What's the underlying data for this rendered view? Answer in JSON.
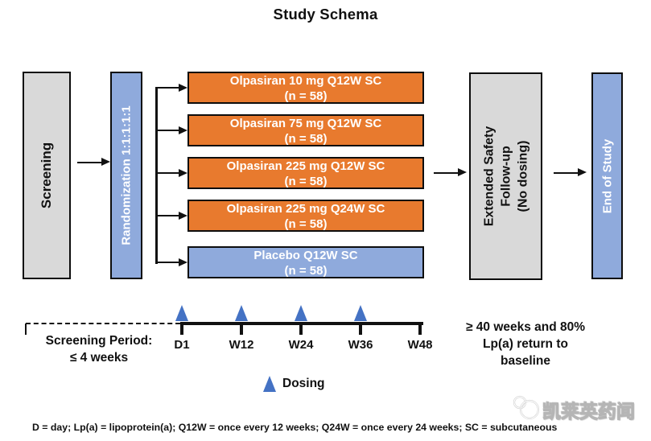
{
  "title": "Study Schema",
  "flow": {
    "screening": "Screening",
    "randomization": "Randomization 1:1:1:1:1",
    "extended_safety": [
      "Extended Safety",
      "Follow-up",
      "(No dosing)"
    ],
    "end_of_study": "End of Study"
  },
  "arms": [
    {
      "name": "Olpasiran 10 mg Q12W SC",
      "n": "(n = 58)",
      "type": "treatment"
    },
    {
      "name": "Olpasiran 75 mg Q12W SC",
      "n": "(n = 58)",
      "type": "treatment"
    },
    {
      "name": "Olpasiran 225 mg Q12W SC",
      "n": "(n = 58)",
      "type": "treatment"
    },
    {
      "name": "Olpasiran 225 mg Q24W SC",
      "n": "(n = 58)",
      "type": "treatment"
    },
    {
      "name": "Placebo Q12W SC",
      "n": "(n = 58)",
      "type": "placebo"
    }
  ],
  "timeline": {
    "ticks": [
      "D1",
      "W12",
      "W24",
      "W36",
      "W48"
    ],
    "dosing_tick_count": 4,
    "screening_period": [
      "Screening Period:",
      "≤ 4 weeks"
    ],
    "followup_note": [
      "≥ 40 weeks and 80%",
      "Lp(a) return to",
      "baseline"
    ],
    "legend": "Dosing"
  },
  "footer": "D = day;  Lp(a) = lipoprotein(a); Q12W = once every 12 weeks; Q24W = once every 24 weeks; SC = subcutaneous",
  "watermark": "凯莱英药闻",
  "colors": {
    "treatment": "#E87A2E",
    "placebo": "#8FAADC",
    "gray": "#D9D9D9",
    "triangle": "#4472C4",
    "line": "#111111"
  }
}
